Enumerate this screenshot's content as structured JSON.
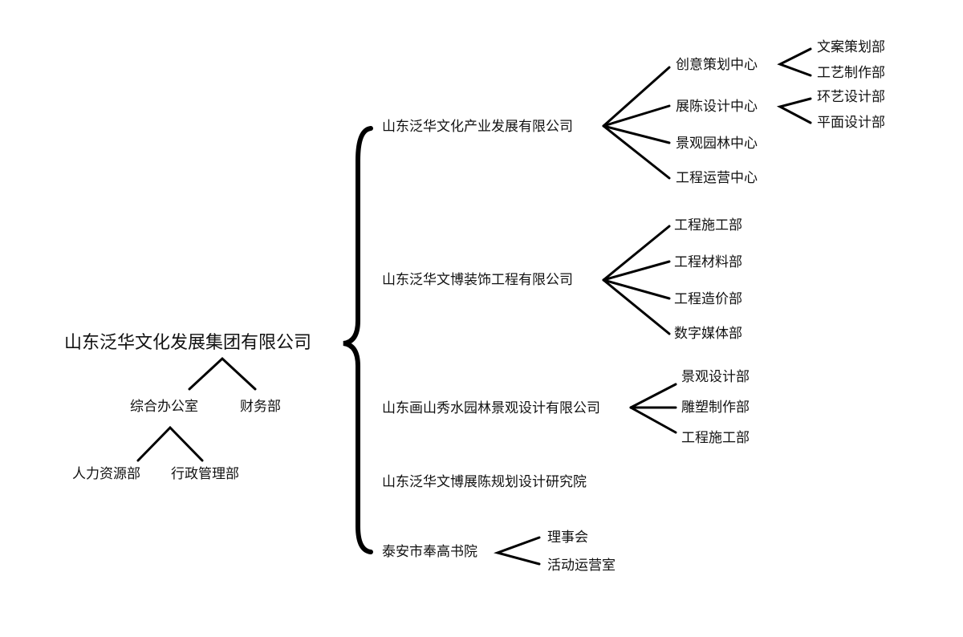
{
  "root": "山东泛华文化发展集团有限公司",
  "admin": {
    "general_office": "综合办公室",
    "finance": "财务部",
    "hr": "人力资源部",
    "admin_mgmt": "行政管理部"
  },
  "companies": [
    {
      "name": "山东泛华文化产业发展有限公司",
      "centers": [
        {
          "name": "创意策划中心",
          "depts": [
            "文案策划部",
            "工艺制作部"
          ]
        },
        {
          "name": "展陈设计中心",
          "depts": [
            "环艺设计部",
            "平面设计部"
          ]
        },
        {
          "name": "景观园林中心",
          "depts": []
        },
        {
          "name": "工程运营中心",
          "depts": []
        }
      ]
    },
    {
      "name": "山东泛华文博装饰工程有限公司",
      "depts": [
        "工程施工部",
        "工程材料部",
        "工程造价部",
        "数字媒体部"
      ]
    },
    {
      "name": "山东画山秀水园林景观设计有限公司",
      "depts": [
        "景观设计部",
        "雕塑制作部",
        "工程施工部"
      ]
    },
    {
      "name": "山东泛华文博展陈规划设计研究院",
      "depts": []
    },
    {
      "name": "泰安市奉高书院",
      "depts": [
        "理事会",
        "活动运营室"
      ]
    }
  ]
}
